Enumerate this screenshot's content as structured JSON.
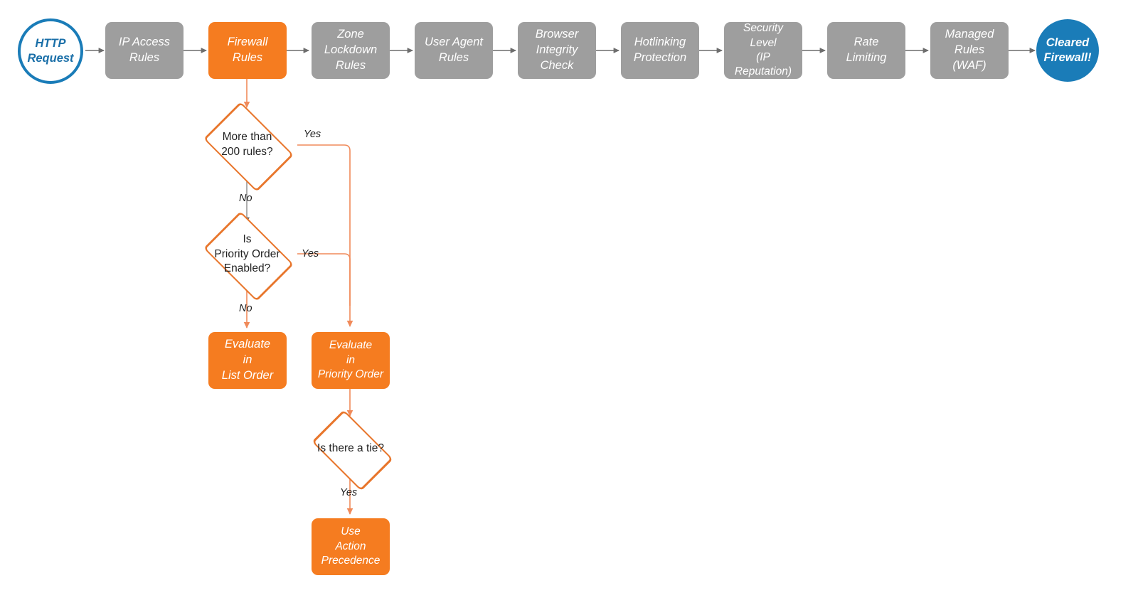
{
  "diagram": {
    "title": "Cloudflare request firewall evaluation order",
    "colors": {
      "gray_box": "#9e9e9e",
      "orange_box": "#f57c20",
      "orange_stroke": "#e8762c",
      "blue": "#1a7cb8",
      "gray_arrow": "#6d6d6d",
      "orange_arrow": "#f08a5a",
      "background": "#ffffff"
    },
    "pipeline": [
      {
        "id": "http-request",
        "shape": "circle-hollow",
        "label": "HTTP\nRequest"
      },
      {
        "id": "ip-access-rules",
        "shape": "box-gray",
        "label": "IP Access\nRules"
      },
      {
        "id": "firewall-rules",
        "shape": "box-orange",
        "label": "Firewall\nRules"
      },
      {
        "id": "zone-lockdown-rules",
        "shape": "box-gray",
        "label": "Zone\nLockdown\nRules"
      },
      {
        "id": "user-agent-rules",
        "shape": "box-gray",
        "label": "User Agent\nRules"
      },
      {
        "id": "browser-integrity-check",
        "shape": "box-gray",
        "label": "Browser\nIntegrity\nCheck"
      },
      {
        "id": "hotlinking-protection",
        "shape": "box-gray",
        "label": "Hotlinking\nProtection"
      },
      {
        "id": "security-level",
        "shape": "box-gray",
        "label": "Security\nLevel\n(IP Reputation)"
      },
      {
        "id": "rate-limiting",
        "shape": "box-gray",
        "label": "Rate\nLimiting"
      },
      {
        "id": "managed-rules-waf",
        "shape": "box-gray",
        "label": "Managed\nRules\n(WAF)"
      },
      {
        "id": "cleared-firewall",
        "shape": "circle-filled",
        "label": "Cleared\nFirewall!"
      }
    ],
    "branch": {
      "decisions": [
        {
          "id": "more-than-200-rules",
          "label": "More than\n200 rules?"
        },
        {
          "id": "is-priority-order-enabled",
          "label": "Is\nPriority Order\nEnabled?"
        },
        {
          "id": "is-there-a-tie",
          "label": "Is there a tie?"
        }
      ],
      "outcomes": [
        {
          "id": "evaluate-in-list-order",
          "label": "Evaluate\nin\nList Order"
        },
        {
          "id": "evaluate-in-priority-order",
          "label": "Evaluate\nin\nPriority Order"
        },
        {
          "id": "use-action-precedence",
          "label": "Use\nAction\nPrecedence"
        }
      ],
      "edge_labels": {
        "yes_200": "Yes",
        "no_200": "No",
        "yes_priority": "Yes",
        "no_priority": "No",
        "yes_tie": "Yes"
      }
    }
  }
}
